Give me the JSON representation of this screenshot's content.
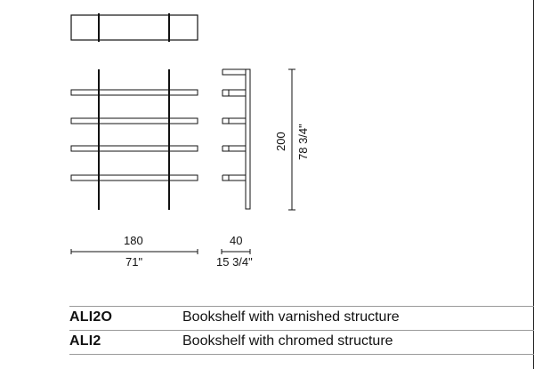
{
  "dimensions": {
    "front_width_cm": "180",
    "front_width_in": "71\"",
    "side_depth_cm": "40",
    "side_depth_in": "15 3/4\"",
    "height_cm": "200",
    "height_in": "78 3/4\""
  },
  "products": [
    {
      "code": "ALI2O",
      "description": "Bookshelf with varnished structure"
    },
    {
      "code": "ALI2",
      "description": "Bookshelf with chromed structure"
    }
  ],
  "colors": {
    "line": "#111111",
    "divider": "#9a9a9a"
  }
}
